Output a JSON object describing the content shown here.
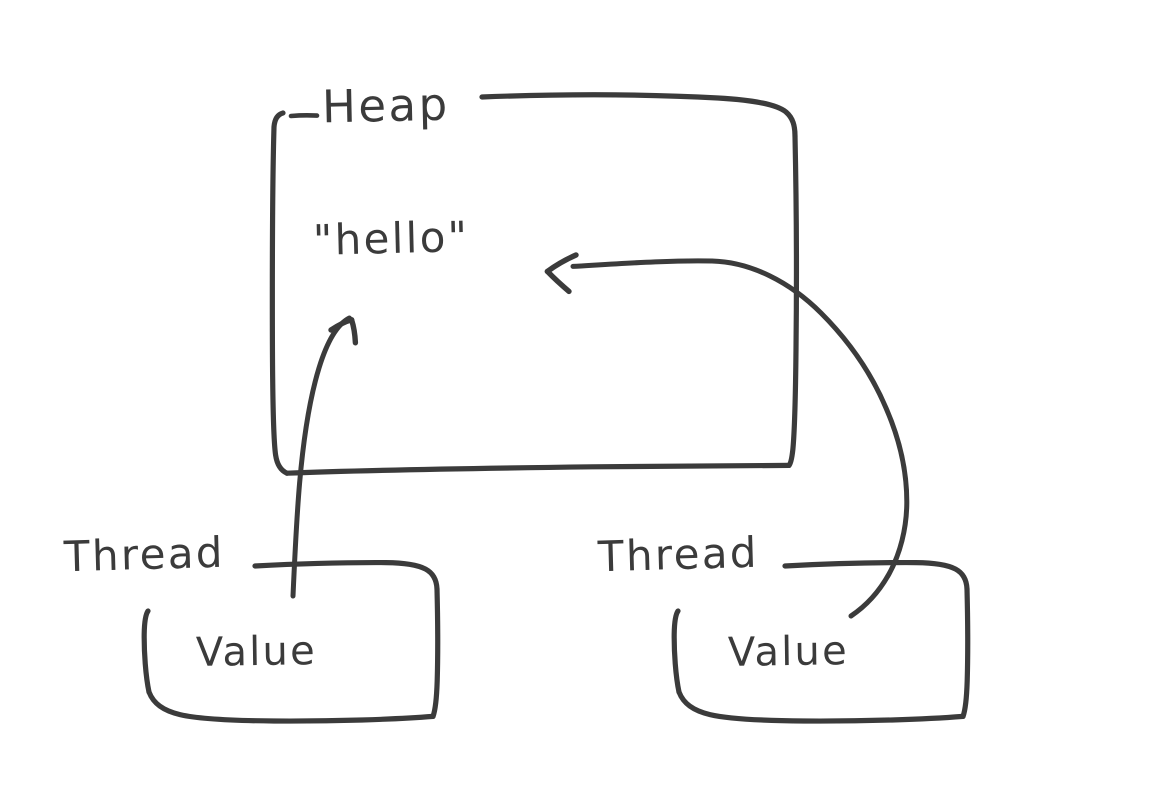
{
  "diagram": {
    "title": "Heap and Thread Value reference diagram",
    "style": "hand-drawn sketch",
    "stroke_color": "#3b3b3b",
    "background_color": "#ffffff",
    "heap": {
      "label": "Heap",
      "contents": [
        {
          "label": "\"hello\"",
          "kind": "string-literal"
        }
      ]
    },
    "threads": [
      {
        "label": "Thread",
        "slot_label": "Value",
        "position": "left"
      },
      {
        "label": "Thread",
        "slot_label": "Value",
        "position": "right"
      }
    ],
    "arrows": [
      {
        "name": "left-value-to-hello",
        "from": "left thread Value",
        "to": "\"hello\" on heap",
        "head": "up-right"
      },
      {
        "name": "right-value-to-hello",
        "from": "right thread Value",
        "to": "\"hello\" on heap",
        "head": "left"
      }
    ]
  }
}
